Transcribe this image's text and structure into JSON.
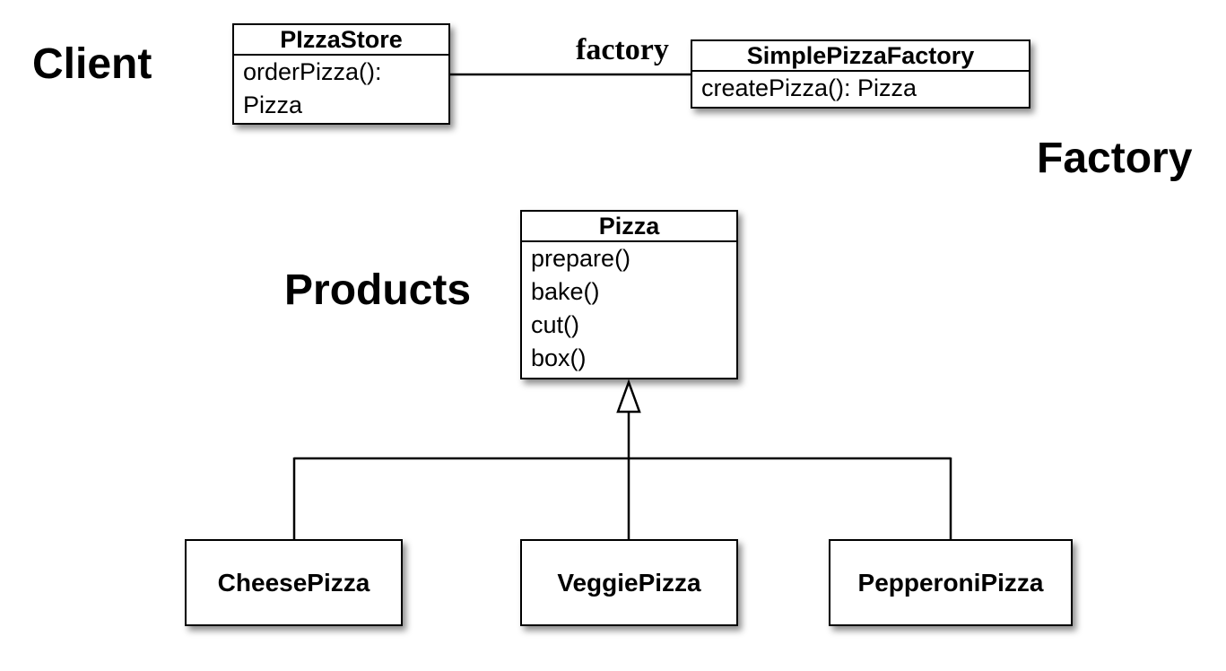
{
  "labels": {
    "client": "Client",
    "factory": "Factory",
    "products": "Products",
    "association": "factory"
  },
  "classes": {
    "pizza_store": {
      "name": "PIzzaStore",
      "operations": [
        "orderPizza():",
        "Pizza"
      ]
    },
    "simple_pizza_factory": {
      "name": "SimplePizzaFactory",
      "operations": [
        "createPizza(): Pizza"
      ]
    },
    "pizza": {
      "name": "Pizza",
      "operations": [
        "prepare()",
        "bake()",
        "cut()",
        "box()"
      ]
    },
    "cheese_pizza": {
      "name": "CheesePizza"
    },
    "veggie_pizza": {
      "name": "VeggiePizza"
    },
    "pepperoni_pizza": {
      "name": "PepperoniPizza"
    }
  }
}
